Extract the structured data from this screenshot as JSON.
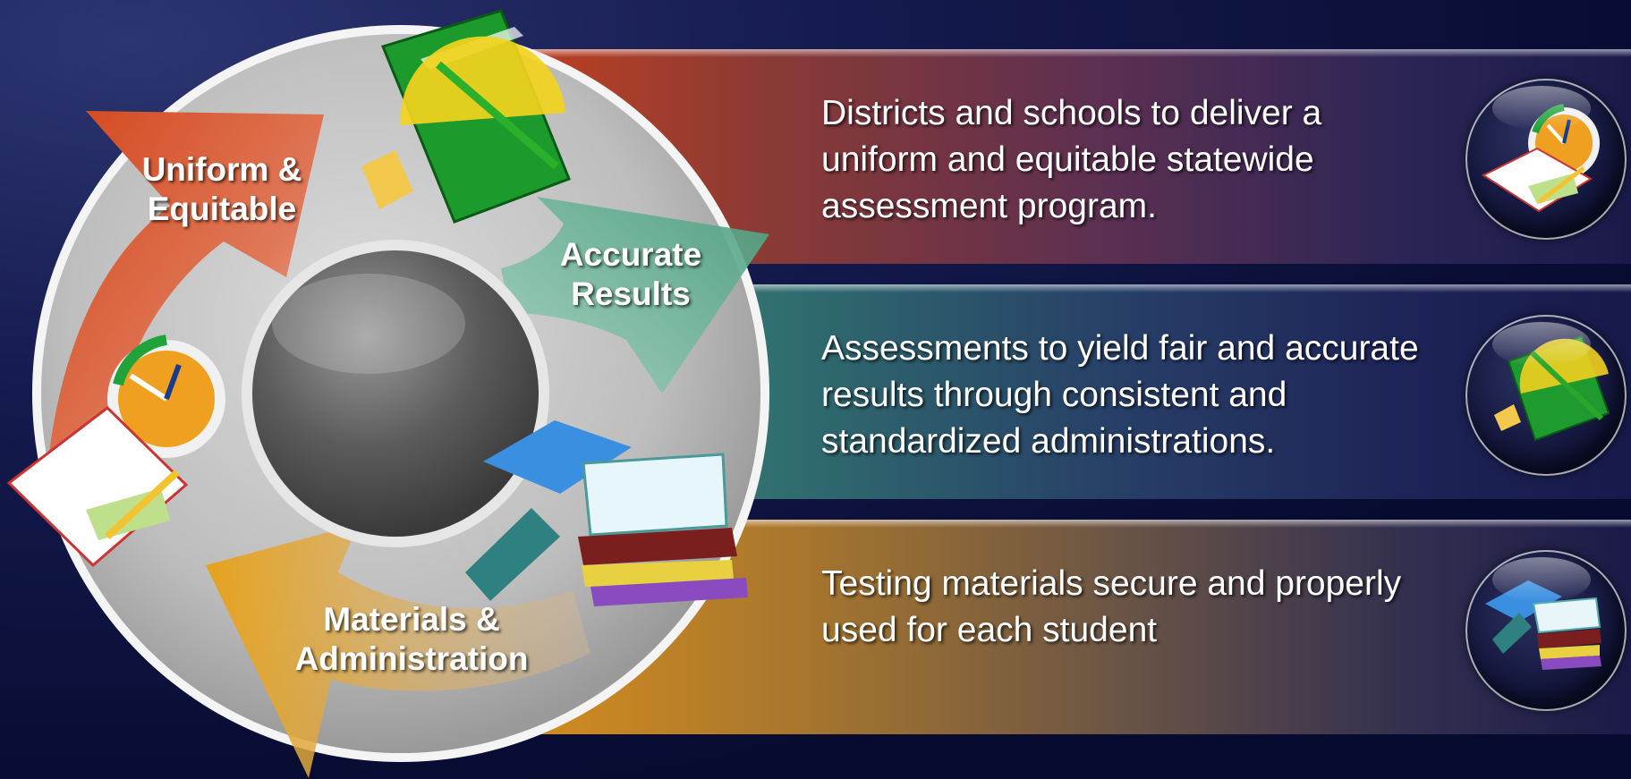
{
  "wheel": {
    "labels": [
      {
        "line1": "Uniform &",
        "line2": "Equitable"
      },
      {
        "line1": "Accurate",
        "line2": "Results"
      },
      {
        "line1": "Materials &",
        "line2": "Administration"
      }
    ]
  },
  "bands": [
    {
      "text": "Districts and schools to deliver a uniform and equitable statewide assessment program.",
      "icon": "clock-notebook-icon",
      "color": "#c4411e"
    },
    {
      "text": "Assessments to yield fair and accurate results through consistent and standardized administrations.",
      "icon": "protractor-book-icon",
      "color": "#4a9a80"
    },
    {
      "text": "Testing materials secure and properly used for each student",
      "icon": "book-stack-icon",
      "color": "#d98f1c"
    }
  ],
  "colors": {
    "background": "#0a0e38",
    "uniform_arrow": "#d2461c",
    "accurate_arrow": "#5fb090",
    "materials_arrow": "#e6a21e",
    "ring": "#c9c9c9"
  }
}
